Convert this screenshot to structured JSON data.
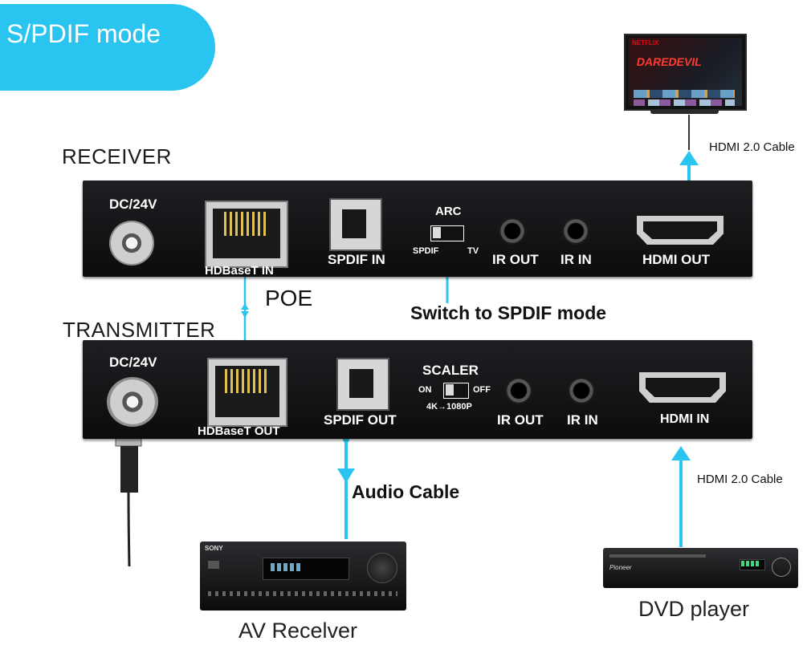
{
  "title": "S/PDIF mode",
  "receiver": {
    "label": "RECEIVER",
    "dc": "DC/24V",
    "hdbaset": "HDBaseT IN",
    "spdif": "SPDIF IN",
    "arc": "ARC",
    "spdif_small": "SPDIF",
    "tv": "TV",
    "ir_out": "IR OUT",
    "ir_in": "IR IN",
    "hdmi": "HDMI OUT"
  },
  "transmitter": {
    "label": "TRANSMITTER",
    "dc": "DC/24V",
    "hdbaset": "HDBaseT OUT",
    "spdif": "SPDIF OUT",
    "scaler": "SCALER",
    "on": "ON",
    "off": "OFF",
    "scaler_mode": "4K→1080P",
    "ir_out": "IR OUT",
    "ir_in": "IR IN",
    "hdmi": "HDMI IN"
  },
  "poe": "POE",
  "switch_callout": "Switch to SPDIF mode",
  "audio_cable": "Audio Cable",
  "hdmi_cable_top": "HDMI 2.0 Cable",
  "hdmi_cable_bottom": "HDMI 2.0 Cable",
  "av_receiver_label": "AV Recelver",
  "dvd_label": "DVD player",
  "tv_screen": {
    "brand": "NETFLIX",
    "show": "DAREDEVIL"
  },
  "av_brand": "SONY",
  "dvd_brand": "Pioneer",
  "colors": {
    "accent": "#29c4ef",
    "panel": "#141517"
  }
}
